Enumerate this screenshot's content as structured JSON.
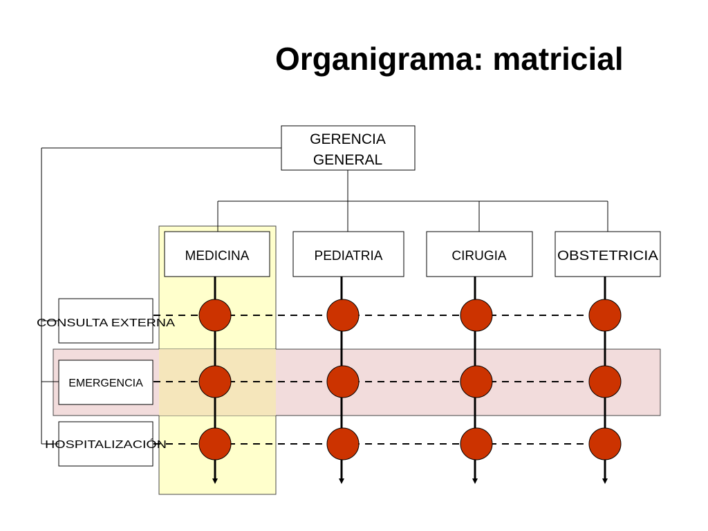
{
  "title": "Organigrama: matricial",
  "top": {
    "line1": "GERENCIA",
    "line2": "GENERAL"
  },
  "departments": [
    {
      "label": "MEDICINA"
    },
    {
      "label": "PEDIATRIA"
    },
    {
      "label": "CIRUGIA"
    },
    {
      "label": "OBSTETRICIA"
    }
  ],
  "services": [
    {
      "label": "CONSULTA EXTERNA"
    },
    {
      "label": "EMERGENCIA"
    },
    {
      "label": "HOSPITALIZACIÓN"
    }
  ],
  "colors": {
    "node_fill": "#cc3300",
    "column_highlight": "#ffffcc",
    "row_highlight": "#f2dcdc",
    "line": "#000000"
  }
}
